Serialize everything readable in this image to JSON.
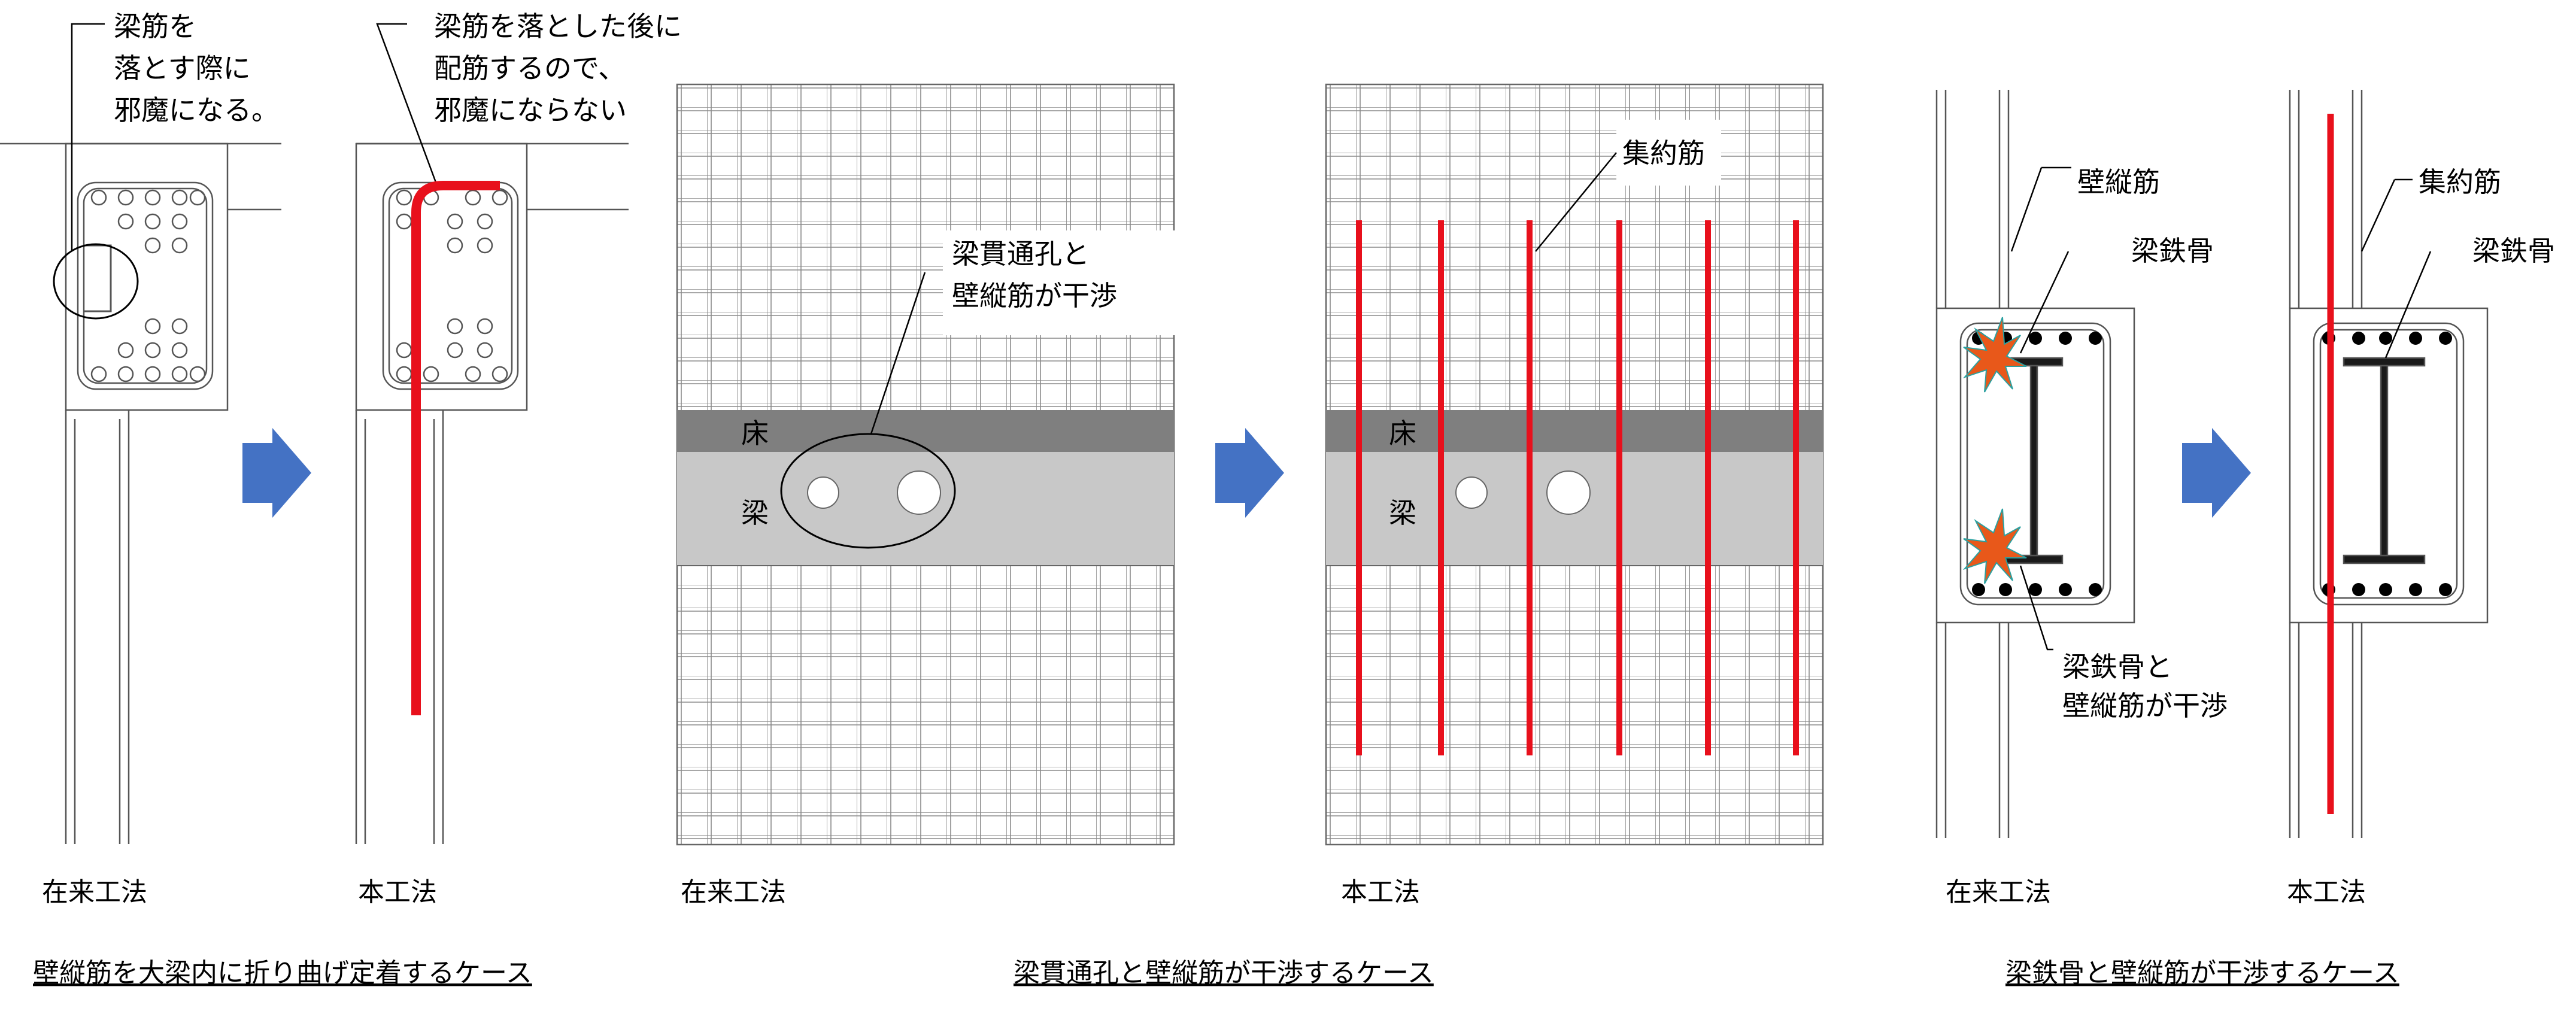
{
  "diagrams": [
    {
      "case_title": "壁縦筋を大梁内に折り曲げ定着するケース",
      "panels": [
        {
          "caption": "在来工法",
          "callout": [
            "梁筋を",
            "落とす際に",
            "邪魔になる。"
          ]
        },
        {
          "caption": "本工法",
          "callout": [
            "梁筋を落とした後に",
            "配筋するので、",
            "邪魔にならない"
          ]
        }
      ]
    },
    {
      "case_title": "梁貫通孔と壁縦筋が干渉するケース",
      "floor_label": "床",
      "beam_label": "梁",
      "panels": [
        {
          "caption": "在来工法",
          "callout": [
            "梁貫通孔と",
            "壁縦筋が干渉"
          ]
        },
        {
          "caption": "本工法",
          "callout": [
            "集約筋"
          ]
        }
      ]
    },
    {
      "case_title": "梁鉄骨と壁縦筋が干渉するケース",
      "panels": [
        {
          "caption": "在来工法",
          "labels": [
            "壁縦筋",
            "梁鉄骨"
          ],
          "callout": [
            "梁鉄骨と",
            "壁縦筋が干渉"
          ]
        },
        {
          "caption": "本工法",
          "labels": [
            "集約筋",
            "梁鉄骨"
          ]
        }
      ]
    }
  ],
  "colors": {
    "rebar_highlight": "#e8101c",
    "arrow": "#4472c4",
    "clash_burst": "#e8581a",
    "floor_band": "#7f7f7f",
    "beam_band": "#c8c8c8"
  }
}
